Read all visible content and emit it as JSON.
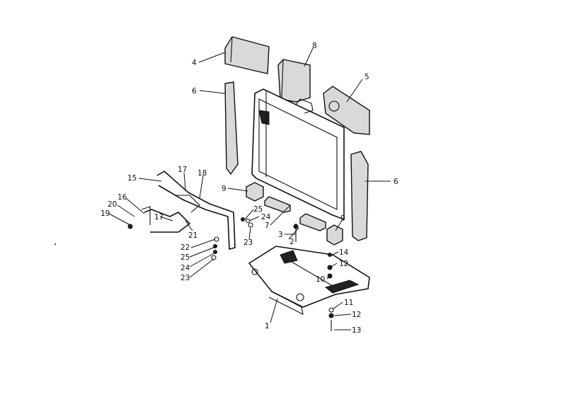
{
  "callouts": {
    "c1": "1",
    "c2": "2",
    "c3": "3",
    "c4": "4",
    "c5": "5",
    "c6a": "6",
    "c6b": "6",
    "c7": "7",
    "c8": "8",
    "c9a": "9",
    "c9b": "9",
    "c10": "10",
    "c11": "11",
    "c12a": "12",
    "c12b": "12",
    "c13": "13",
    "c14": "14",
    "c15": "15",
    "c16": "16",
    "c17a": "17",
    "c17b": "17",
    "c18": "18",
    "c19": "19",
    "c20": "20",
    "c21": "21",
    "c22": "22",
    "c23a": "23",
    "c23b": "23",
    "c24a": "24",
    "c24b": "24",
    "c25a": "25",
    "c25b": "25"
  },
  "colors": {
    "ink": "#111111",
    "foam_fill": "#d9d9d9",
    "paper": "#ffffff"
  },
  "fonts": {}
}
